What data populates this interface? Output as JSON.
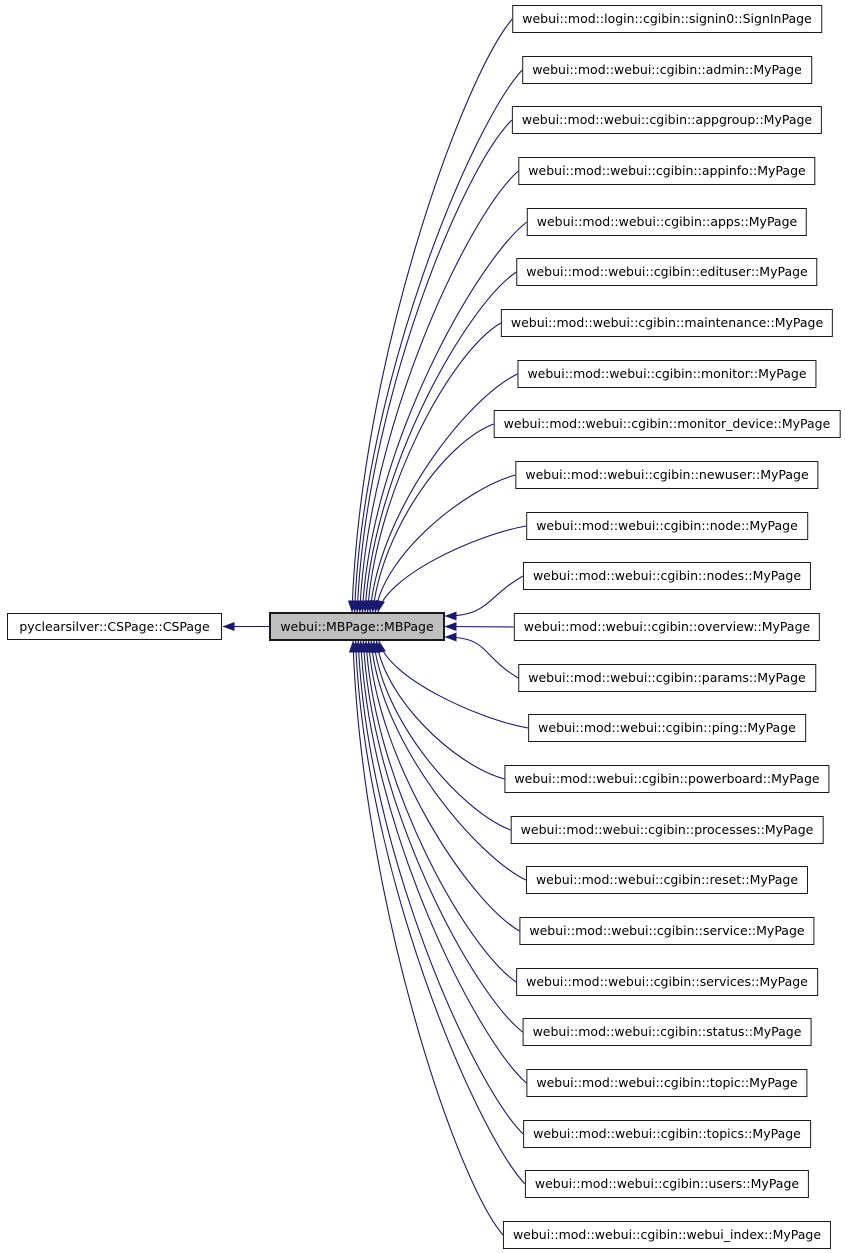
{
  "diagram": {
    "base_node": {
      "label": "pyclearsilver::CSPage::CSPage"
    },
    "hub_node": {
      "label": "webui::MBPage::MBPage"
    },
    "derived_nodes": [
      "webui::mod::login::cgibin::signin0::SignInPage",
      "webui::mod::webui::cgibin::admin::MyPage",
      "webui::mod::webui::cgibin::appgroup::MyPage",
      "webui::mod::webui::cgibin::appinfo::MyPage",
      "webui::mod::webui::cgibin::apps::MyPage",
      "webui::mod::webui::cgibin::edituser::MyPage",
      "webui::mod::webui::cgibin::maintenance::MyPage",
      "webui::mod::webui::cgibin::monitor::MyPage",
      "webui::mod::webui::cgibin::monitor_device::MyPage",
      "webui::mod::webui::cgibin::newuser::MyPage",
      "webui::mod::webui::cgibin::node::MyPage",
      "webui::mod::webui::cgibin::nodes::MyPage",
      "webui::mod::webui::cgibin::overview::MyPage",
      "webui::mod::webui::cgibin::params::MyPage",
      "webui::mod::webui::cgibin::ping::MyPage",
      "webui::mod::webui::cgibin::powerboard::MyPage",
      "webui::mod::webui::cgibin::processes::MyPage",
      "webui::mod::webui::cgibin::reset::MyPage",
      "webui::mod::webui::cgibin::service::MyPage",
      "webui::mod::webui::cgibin::services::MyPage",
      "webui::mod::webui::cgibin::status::MyPage",
      "webui::mod::webui::cgibin::topic::MyPage",
      "webui::mod::webui::cgibin::topics::MyPage",
      "webui::mod::webui::cgibin::users::MyPage",
      "webui::mod::webui::cgibin::webui_index::MyPage"
    ],
    "colors": {
      "edge": "#191970",
      "node_border": "#1a1a1a",
      "node_fill": "#ffffff",
      "hub_fill": "#bfbfbf",
      "background": "#ffffff",
      "text": "#000000"
    }
  }
}
